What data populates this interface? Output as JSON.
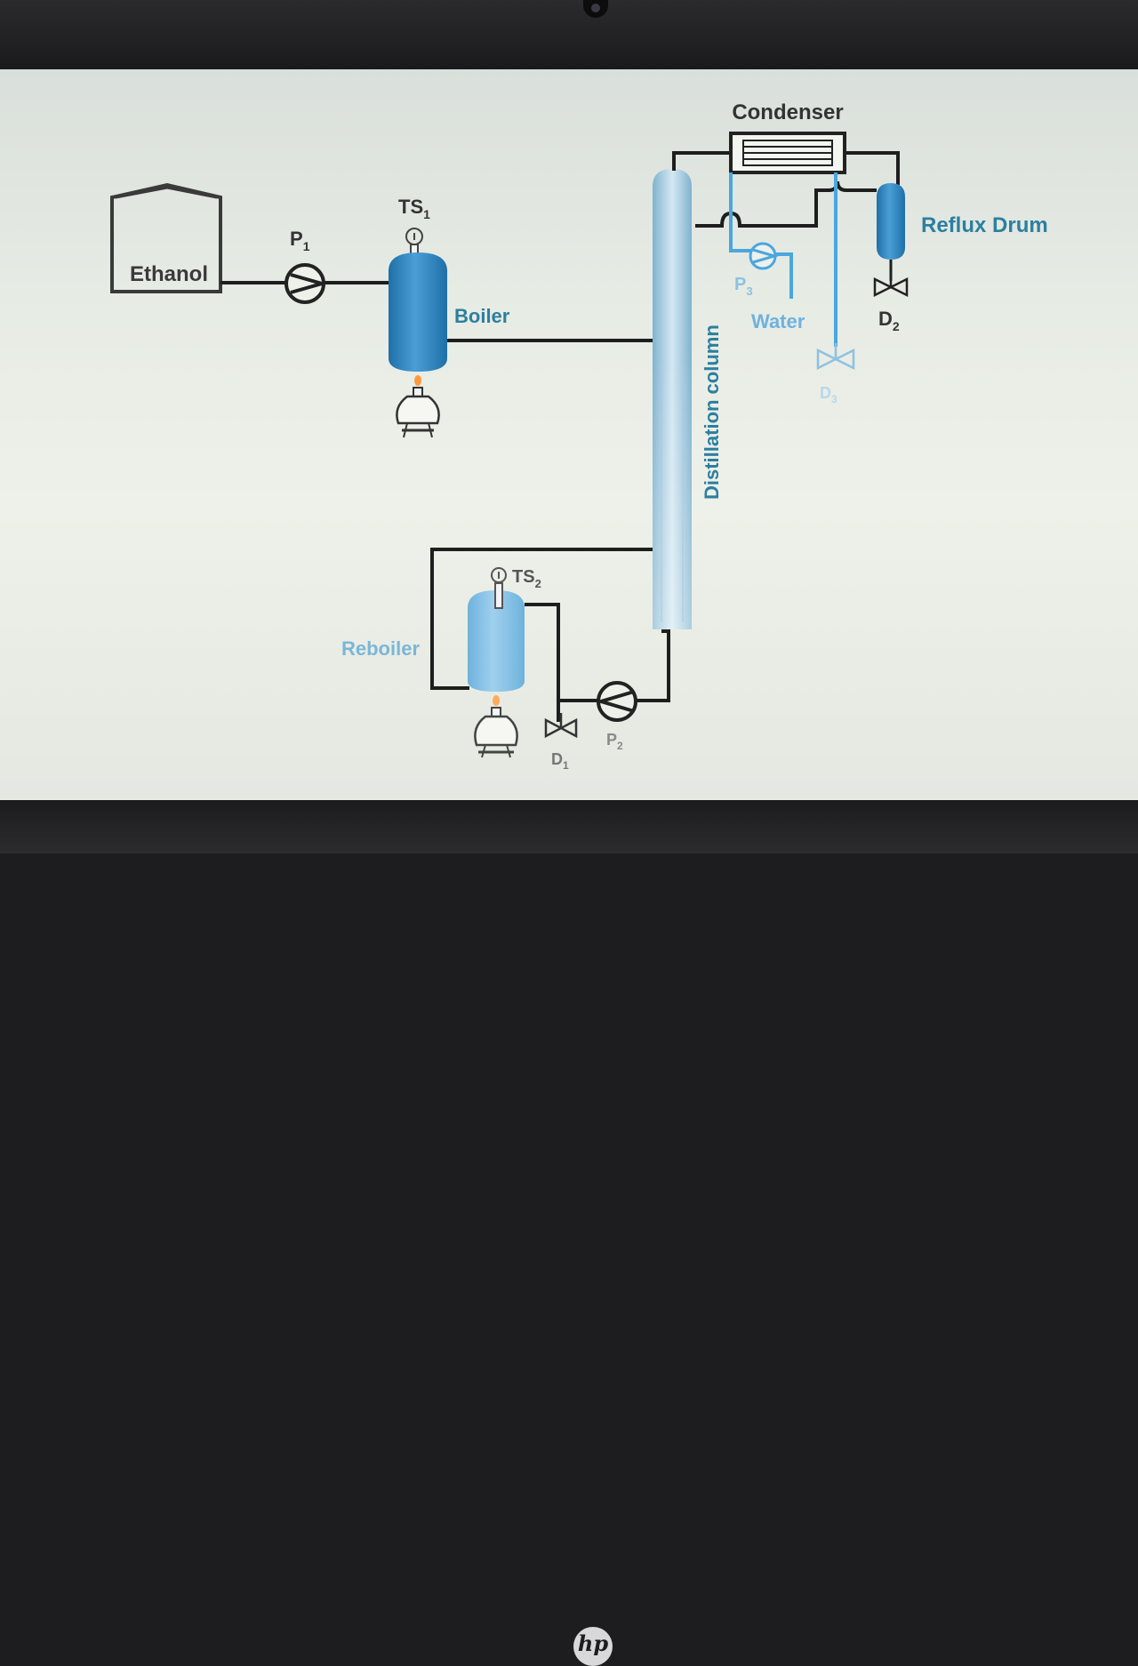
{
  "device": {
    "logo_text": "hp"
  },
  "diagram": {
    "ethanol_label": "Ethanol",
    "p1_main": "P",
    "p1_sub": "1",
    "ts1_main": "TS",
    "ts1_sub": "1",
    "boiler_label": "Boiler",
    "condenser_label": "Condenser",
    "reflux_drum_label": "Reflux Drum",
    "d2_main": "D",
    "d2_sub": "2",
    "p3_main": "P",
    "p3_sub": "3",
    "water_label": "Water",
    "d3_main": "D",
    "d3_sub": "3",
    "column_label": "Distillation column",
    "ts2_main": "TS",
    "ts2_sub": "2",
    "reboiler_label": "Reboiler",
    "d1_main": "D",
    "d1_sub": "1",
    "p2_main": "P",
    "p2_sub": "2"
  },
  "colors": {
    "pipe": "#1e1e1e",
    "vessel_blue": "#3d8fc6",
    "label_teal": "#2c7fa0",
    "cooling_water": "#4aa7de"
  }
}
